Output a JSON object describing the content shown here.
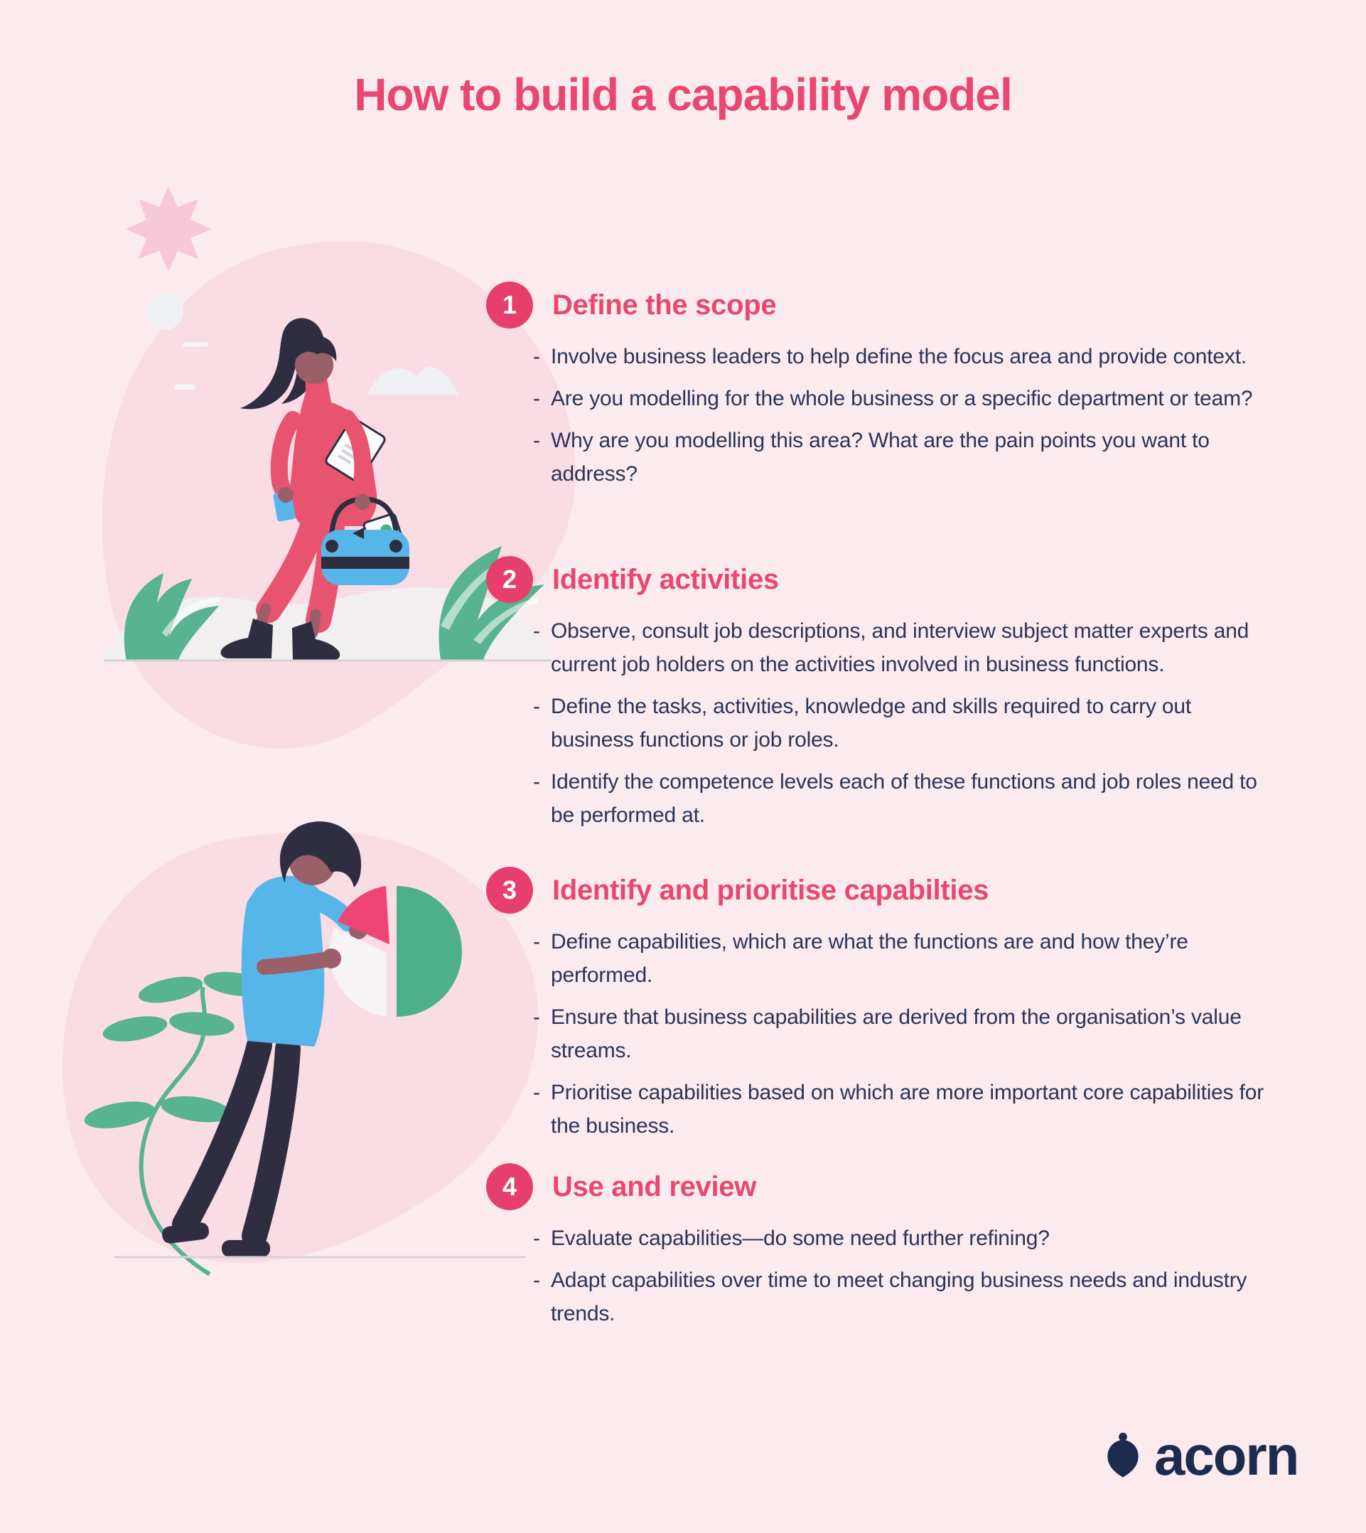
{
  "title": "How to build a capability model",
  "colors": {
    "background": "#fcebee",
    "accent_pink": "#e8486f",
    "badge_pink": "#e73f6d",
    "body_navy": "#2a3457",
    "logo_navy": "#1d2b4f",
    "blob_pink": "#fadce5",
    "illustration_green": "#57b391",
    "illustration_blue": "#57b6e9",
    "suit_pink": "#e85470",
    "pie_green": "#4daf8c",
    "pie_pink": "#ee4576"
  },
  "steps": [
    {
      "number": "1",
      "heading": "Define the scope",
      "bullets": [
        "Involve business leaders to help define the focus area and provide context.",
        "Are you modelling for the whole business or a specific department or team?",
        "Why are you modelling this area? What are the pain points you want to address?"
      ]
    },
    {
      "number": "2",
      "heading": "Identify activities",
      "bullets": [
        "Observe, consult job descriptions, and interview subject matter experts and current job holders on the activities involved in business functions.",
        "Define the tasks, activities, knowledge and skills required to carry out business functions or job roles.",
        "Identify the competence levels each of these functions and job roles need to be performed at."
      ]
    },
    {
      "number": "3",
      "heading": "Identify and prioritise capabilties",
      "bullets": [
        "Define capabilities, which are what the functions are and how they’re performed.",
        "Ensure that business capabilities are derived from the organisation’s value streams.",
        "Prioritise capabilities based on which are more important core capabilities for the business."
      ]
    },
    {
      "number": "4",
      "heading": "Use and review",
      "bullets": [
        "Evaluate capabilities—do some need further refining?",
        "Adapt capabilities over time to meet changing business needs and industry trends."
      ]
    }
  ],
  "footer": {
    "brand": "acorn"
  }
}
